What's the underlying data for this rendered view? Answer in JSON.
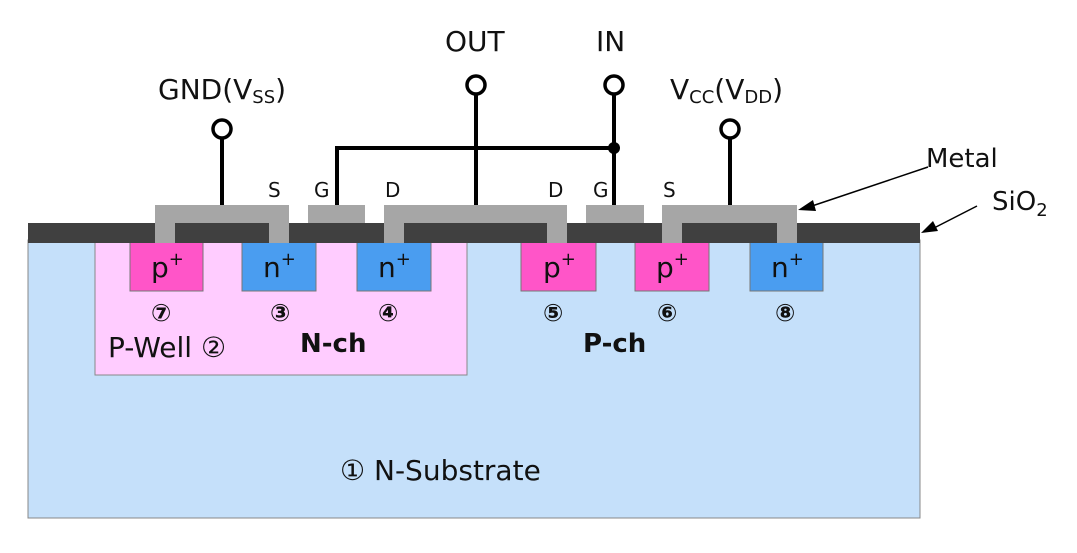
{
  "terminals": {
    "gnd": {
      "main": "GND(V",
      "sub": "SS",
      "close": ")"
    },
    "vcc": {
      "main": "V",
      "sub1": "CC",
      "mid": "(V",
      "sub2": "DD",
      "close": ")"
    },
    "out": "OUT",
    "in": "IN"
  },
  "gate_labels": {
    "n_source": "S",
    "n_gate": "G",
    "n_drain": "D",
    "p_drain": "D",
    "p_gate": "G",
    "p_source": "S"
  },
  "callouts": {
    "metal": "Metal",
    "sio2": {
      "main": "SiO",
      "sub": "2"
    }
  },
  "regions": [
    {
      "id": "r7",
      "type": "p",
      "sup": "+",
      "number": "⑦"
    },
    {
      "id": "r3",
      "type": "n",
      "sup": "+",
      "number": "③"
    },
    {
      "id": "r4",
      "type": "n",
      "sup": "+",
      "number": "④"
    },
    {
      "id": "r5",
      "type": "p",
      "sup": "+",
      "number": "⑤"
    },
    {
      "id": "r6",
      "type": "p",
      "sup": "+",
      "number": "⑥"
    },
    {
      "id": "r8",
      "type": "n",
      "sup": "+",
      "number": "⑧"
    }
  ],
  "well_label": "P-Well ②",
  "nch_label": "N-ch",
  "pch_label": "P-ch",
  "substrate_label": {
    "number": "①",
    "text": " N-Substrate"
  },
  "colors": {
    "substrate": "#c5e0fa",
    "pwell": "#ffccff",
    "p_plus": "#ff55c8",
    "n_plus": "#4a9df0",
    "oxide": "#404040",
    "metal": "#a6a6a6",
    "wire": "#000000"
  }
}
